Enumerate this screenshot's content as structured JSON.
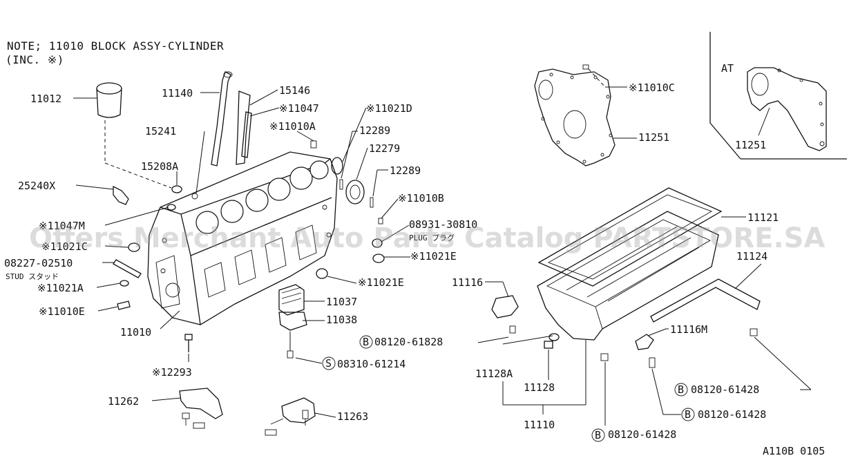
{
  "note": {
    "line1": "NOTE;  11010    BLOCK ASSY-CYLINDER",
    "line2": "(INC.   ※)"
  },
  "at_label": "AT",
  "watermark": "Offers Merchant Auto Parts Catalog PARTSTORE.SA",
  "diagram_code": "A110B 0105",
  "labels": {
    "l11012": "11012",
    "l11140": "11140",
    "l15146": "15146",
    "l11047": "※11047",
    "l11021D": "※11021D",
    "l11010A": "※11010A",
    "l12289a": "12289",
    "l15241": "15241",
    "l12279": "12279",
    "l15208A": "15208A",
    "l12289b": "12289",
    "l25240X": "25240X",
    "l11010B": "※11010B",
    "l11047M": "※11047M",
    "l08931": "08931-30810",
    "l08931_sub": "PLUG  プラグ",
    "l11021C": "※11021C",
    "l11021E_a": "※11021E",
    "l08227": "08227-02510",
    "l08227_sub": "STUD スタッド",
    "l11021A": "※11021A",
    "l11021E_b": "※11021E",
    "l11010E": "※11010E",
    "l11037": "11037",
    "l11038": "11038",
    "l11010": "11010",
    "l08120_61828": "08120-61828",
    "l08310": "08310-61214",
    "l12293": "※12293",
    "l11262": "11262",
    "l11263": "11263",
    "l11010C": "※11010C",
    "l11251a": "11251",
    "l11251b": "11251",
    "l11121": "11121",
    "l11124": "11124",
    "l11116": "11116",
    "l11116M": "11116M",
    "l11128A": "11128A",
    "l11128": "11128",
    "l11110": "11110",
    "l08120_61428a": "08120-61428",
    "l08120_61428b": "08120-61428",
    "l08120_61428c": "08120-61428"
  },
  "symbols": {
    "bolt_b": "B",
    "screw_s": "S"
  }
}
